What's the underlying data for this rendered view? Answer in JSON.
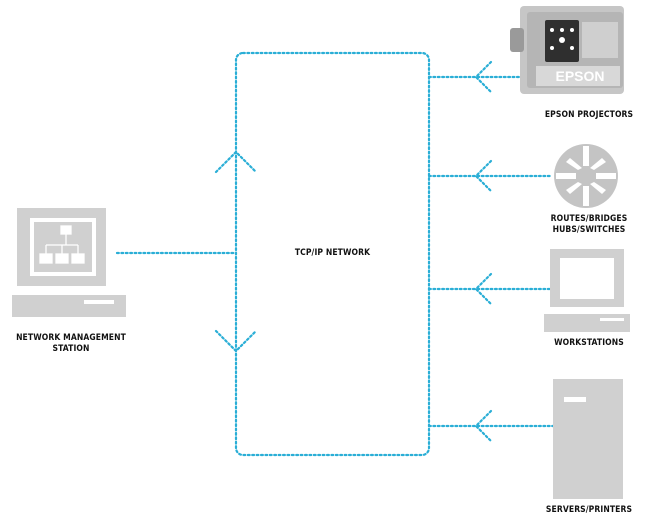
{
  "network": {
    "label": "TCP/IP NETWORK"
  },
  "management_station": {
    "label": "NETWORK MANAGEMENT\nSTATION"
  },
  "devices": [
    {
      "id": "projectors",
      "label": "EPSON PROJECTORS",
      "brand_text": "EPSON"
    },
    {
      "id": "routers",
      "label": "ROUTES/BRIDGES\nHUBS/SWITCHES"
    },
    {
      "id": "workstations",
      "label": "WORKSTATIONS"
    },
    {
      "id": "servers",
      "label": "SERVERS/PRINTERS"
    }
  ],
  "colors": {
    "connector": "#2aaed6",
    "device_fill": "#d0d0d0",
    "device_dark": "#a8a8a8",
    "screen_fill": "#ffffff",
    "label_text": "#111111"
  }
}
